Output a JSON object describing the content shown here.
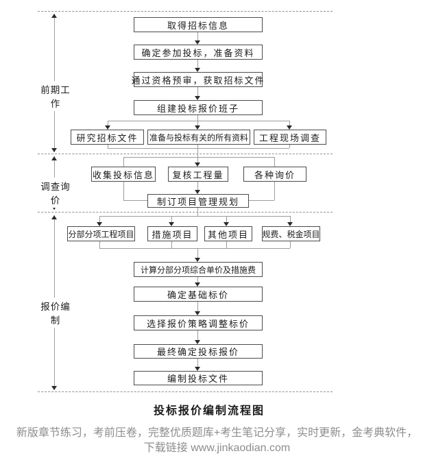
{
  "diagram": {
    "title": "投标报价编制流程图",
    "sections": {
      "s1": "前期工作",
      "s2": "调查询价",
      "s3": "报价编制"
    },
    "nodes": {
      "get_info": "取得招标信息",
      "decide_join": "确定参加投标，准备资料",
      "prequalify": "通过资格预审，获取招标文件",
      "team": "组建投标报价班子",
      "study_docs": "研究招标文件",
      "prepare_materials": "准备与投标有关的所有资料",
      "site_survey": "工程现场调查",
      "collect_info": "收集投标信息",
      "review_quantity": "复核工程量",
      "inquiries": "各种询价",
      "mgmt_plan": "制订项目管理规划",
      "subitem_projects": "分部分项工程项目",
      "measure_projects": "措施项目",
      "other_projects": "其他项目",
      "fees_tax_projects": "规费、税金项目",
      "calc_unit_price": "计算分部分项综合单价及措施费",
      "base_price": "确定基础标价",
      "strategy_adjust": "选择报价策略调整标价",
      "final_quote": "最终确定投标报价",
      "bid_documents": "编制投标文件"
    },
    "line_color": "#9b9b9b",
    "border_color": "#4a4a4a"
  },
  "footer": {
    "line1": "新版章节练习，考前压卷，完整优质题库+考生笔记分享，实时更新，金考典软件，",
    "line2": "下载链接 www.jinkaodian.com"
  }
}
